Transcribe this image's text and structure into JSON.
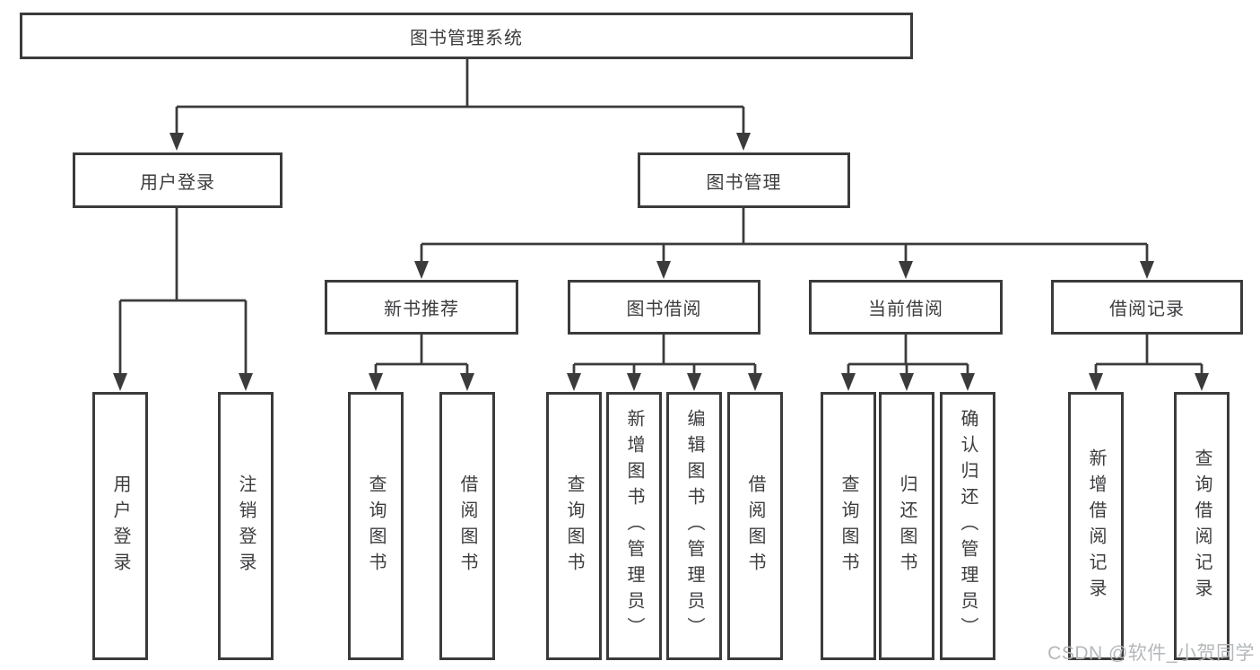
{
  "colors": {
    "line": "#3b3b3b",
    "text": "#3d3d40",
    "watermark": "#b4b8bb",
    "background": "#ffffff"
  },
  "watermark": {
    "text": "CSDN @软件_小贺同学"
  },
  "tree": {
    "root": {
      "label": "图书管理系统"
    },
    "branches": [
      {
        "label": "用户登录",
        "children": [
          {
            "label": "用户登录"
          },
          {
            "label": "注销登录"
          }
        ]
      },
      {
        "label": "图书管理",
        "modules": [
          {
            "label": "新书推荐",
            "children": [
              {
                "label": "查询图书"
              },
              {
                "label": "借阅图书"
              }
            ]
          },
          {
            "label": "图书借阅",
            "children": [
              {
                "label": "查询图书"
              },
              {
                "label": "新增图书（管理员）"
              },
              {
                "label": "编辑图书（管理员）"
              },
              {
                "label": "借阅图书"
              }
            ]
          },
          {
            "label": "当前借阅",
            "children": [
              {
                "label": "查询图书"
              },
              {
                "label": "归还图书"
              },
              {
                "label": "确认归还（管理员）"
              }
            ]
          },
          {
            "label": "借阅记录",
            "children": [
              {
                "label": "新增借阅记录"
              },
              {
                "label": "查询借阅记录"
              }
            ]
          }
        ]
      }
    ]
  }
}
